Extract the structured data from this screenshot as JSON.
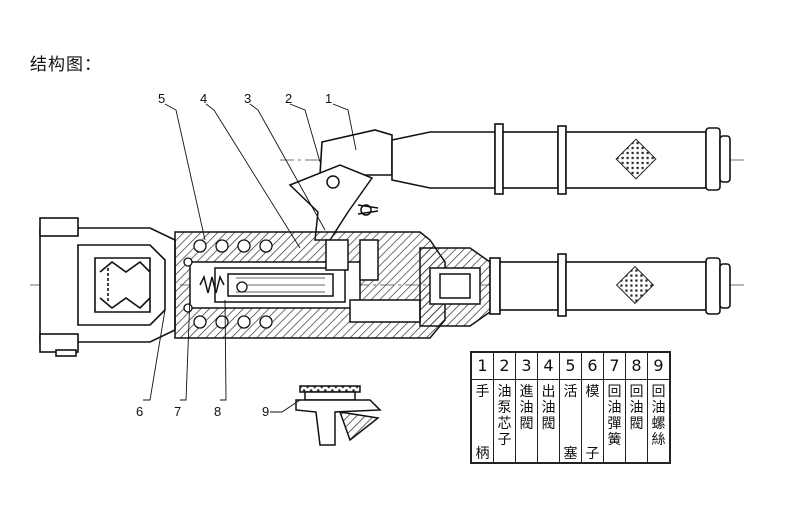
{
  "title": "结构图：",
  "callouts": [
    "1",
    "2",
    "3",
    "4",
    "5",
    "6",
    "7",
    "8",
    "9"
  ],
  "legend": {
    "numbers": [
      "1",
      "2",
      "3",
      "4",
      "5",
      "6",
      "7",
      "8",
      "9"
    ],
    "names": [
      {
        "top": "手",
        "bottom": "柄"
      },
      {
        "top": "油泵芯子",
        "bottom": ""
      },
      {
        "top": "進油閥",
        "bottom": ""
      },
      {
        "top": "出油閥",
        "bottom": ""
      },
      {
        "top": "活",
        "bottom": "塞"
      },
      {
        "top": "模",
        "bottom": "子"
      },
      {
        "top": "回油彈簧",
        "bottom": ""
      },
      {
        "top": "回油閥",
        "bottom": ""
      },
      {
        "top": "回油螺絲",
        "bottom": ""
      }
    ]
  }
}
